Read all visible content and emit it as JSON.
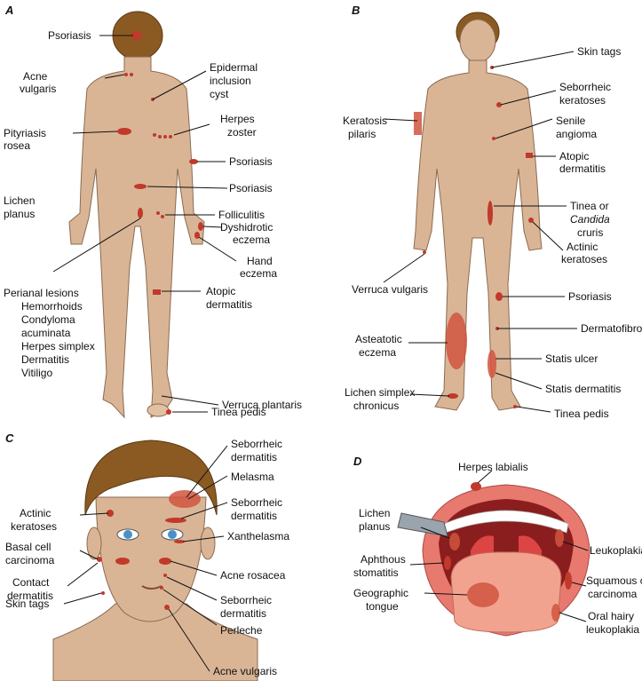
{
  "panels": {
    "a": "A",
    "b": "B",
    "c": "C",
    "d": "D"
  },
  "colors": {
    "skin": "#d9b596",
    "hair": "#8a5a22",
    "lesion": "#c0392b",
    "lip": "#e8796f",
    "tongue": "#f2a38f"
  },
  "labels_a": {
    "psoriasis_top": "Psoriasis",
    "acne_1": "Acne",
    "acne_2": "vulgaris",
    "epidermal_1": "Epidermal",
    "epidermal_2": "inclusion",
    "epidermal_3": "cyst",
    "pityriasis_1": "Pityriasis",
    "pityriasis_2": "rosea",
    "herpes_zoster_1": "Herpes",
    "herpes_zoster_2": "zoster",
    "psoriasis_arm": "Psoriasis",
    "psoriasis_back": "Psoriasis",
    "lichen_1": "Lichen",
    "lichen_2": "planus",
    "folliculitis": "Folliculitis",
    "dyshidrotic_1": "Dyshidrotic",
    "dyshidrotic_2": "eczema",
    "hand_1": "Hand",
    "hand_2": "eczema",
    "perianal_title": "Perianal lesions",
    "perianal_1": "Hemorrhoids",
    "perianal_2": "Condyloma",
    "perianal_3": "acuminata",
    "perianal_4": "Herpes simplex",
    "perianal_5": "Dermatitis",
    "perianal_6": "Vitiligo",
    "atopic_1": "Atopic",
    "atopic_2": "dermatitis",
    "verruca_plantaris": "Verruca plantaris",
    "tinea_pedis": "Tinea pedis"
  },
  "labels_b": {
    "skin_tags": "Skin tags",
    "seb_ker_1": "Seborrheic",
    "seb_ker_2": "keratoses",
    "keratosis_1": "Keratosis",
    "keratosis_2": "pilaris",
    "senile_1": "Senile",
    "senile_2": "angioma",
    "atopic_1": "Atopic",
    "atopic_2": "dermatitis",
    "tinea_1": "Tinea or",
    "tinea_2": "Candida",
    "tinea_3": "cruris",
    "actinic_1": "Actinic",
    "actinic_2": "keratoses",
    "verruca_vulgaris": "Verruca vulgaris",
    "psoriasis": "Psoriasis",
    "asteatotic_1": "Asteatotic",
    "asteatotic_2": "eczema",
    "dermatofibroma": "Dermatofibroma",
    "statis_ulcer": "Statis ulcer",
    "statis_derm": "Statis dermatitis",
    "lichen_simplex_1": "Lichen simplex",
    "lichen_simplex_2": "chronicus",
    "tinea_pedis": "Tinea pedis"
  },
  "labels_c": {
    "seb_derm_top_1": "Seborrheic",
    "seb_derm_top_2": "dermatitis",
    "melasma": "Melasma",
    "actinic_1": "Actinic",
    "actinic_2": "keratoses",
    "seb_derm_mid_1": "Seborrheic",
    "seb_derm_mid_2": "dermatitis",
    "basal_1": "Basal cell",
    "basal_2": "carcinoma",
    "xanthelasma": "Xanthelasma",
    "contact_1": "Contact",
    "contact_2": "dermatitis",
    "acne_rosacea": "Acne rosacea",
    "seb_derm_low_1": "Seborrheic",
    "seb_derm_low_2": "dermatitis",
    "skin_tags": "Skin tags",
    "perleche": "Perleche",
    "acne_vulgaris": "Acne vulgaris"
  },
  "labels_d": {
    "herpes_labialis": "Herpes labialis",
    "lichen_1": "Lichen",
    "lichen_2": "planus",
    "leukoplakia": "Leukoplakia",
    "aphthous_1": "Aphthous",
    "aphthous_2": "stomatitis",
    "squamous_1": "Squamous cell",
    "squamous_2": "carcinoma",
    "geographic_1": "Geographic",
    "geographic_2": "tongue",
    "hairy_1": "Oral hairy",
    "hairy_2": "leukoplakia"
  }
}
